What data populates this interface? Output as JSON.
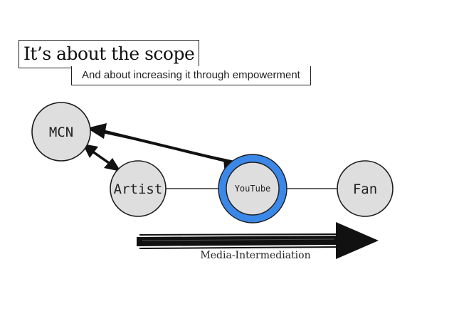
{
  "slide": {
    "title": "It’s about the scope",
    "subtitle": "And about increasing it through empowerment"
  },
  "diagram": {
    "nodes": {
      "mcn": "MCN",
      "artist": "Artist",
      "youtube": "YouTube",
      "fan": "Fan"
    },
    "arrow_caption": "Media-Intermediation"
  },
  "colors": {
    "node_fill": "#dedede",
    "node_stroke": "#1a1a1a",
    "highlight_ring": "#3b88e8"
  }
}
